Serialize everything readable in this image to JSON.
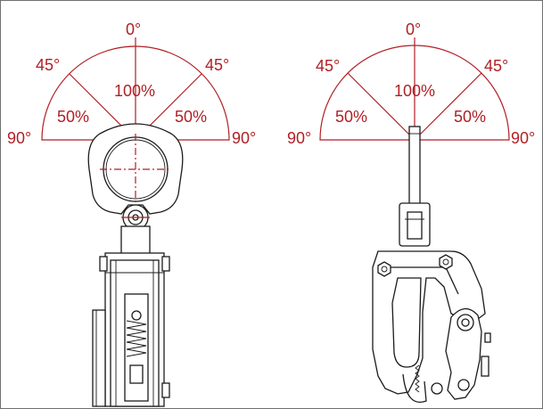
{
  "left_diagram": {
    "labels": {
      "top_angle": "0°",
      "left_45": "45°",
      "right_45": "45°",
      "left_90": "90°",
      "right_90": "90°",
      "center_load": "100%",
      "left_load": "50%",
      "right_load": "50%"
    }
  },
  "right_diagram": {
    "labels": {
      "top_angle": "0°",
      "left_45": "45°",
      "right_45": "45°",
      "left_90": "90°",
      "right_90": "90°",
      "center_load": "100%",
      "left_load": "50%",
      "right_load": "50%"
    }
  },
  "colors": {
    "annotation": "#b01f24",
    "drawing": "#1b1b1b",
    "frame": "#6f6f6f"
  }
}
